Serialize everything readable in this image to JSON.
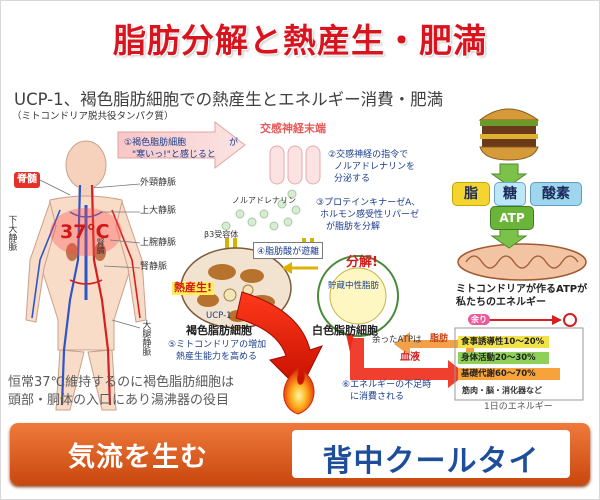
{
  "title": "脂肪分解と熱産生・肥満",
  "subtitle": "UCP-1、褐色脂肪細胞での熱産生とエネルギー消費・肥満",
  "note": "（ミトコンドリア脱共役タンパク質）",
  "body": {
    "spinal": "脊髄",
    "temp": "37℃",
    "organs": "腎臓",
    "veins": {
      "external_jugular": "外頸静脈",
      "superior_vena_cava": "上大静脈",
      "brachiocephalic": "上腕静脈",
      "renal": "腎静脈",
      "inferior_vena_cava": "下大静脈",
      "femoral": "大腿静脈"
    }
  },
  "steps": {
    "s1_a": "①褐色脂肪細胞",
    "s1_b": "が",
    "s1_c": "\"寒いっ!\"と感じると",
    "nerve_label": "交感神経末端",
    "s2_a": "②交感神経の指令で",
    "s2_b": "ノルアドレナリンを",
    "s2_c": "分泌する",
    "noradrenaline": "ノルアドレナリン",
    "beta_receptor": "β3受容体",
    "s3_a": "③プロテインキナーゼA、",
    "s3_b": "ホルモン感受性リパーゼ",
    "s3_c": "が脂肪を分解",
    "s4": "④脂肪酸が遊離",
    "decompose": "分解!",
    "stored_fat": "貯蔵中性脂肪",
    "heat_prod": "熱産生!",
    "ucp1": "UCP-1",
    "brown_cell": "褐色脂肪細胞",
    "white_cell": "白色脂肪細胞",
    "s5_a": "⑤ミトコンドリアの増加",
    "s5_b": "熱産生能力を高める",
    "surplus_atp": "余ったATPは",
    "fat": "脂肪",
    "blood": "血液",
    "s6_a": "⑥エネルギーの不足時",
    "s6_b": "に消費される"
  },
  "nutrients": [
    "脂",
    "糖",
    "酸素"
  ],
  "atp": "ATP",
  "mito_caption_a": "ミトコンドリアが作るATPが",
  "mito_caption_b": "私たちのエネルギー",
  "energy": {
    "surplus_badge": "余り",
    "bars": [
      {
        "label": "食事誘導性10〜20%",
        "percent": 15,
        "color": "#f2e24a"
      },
      {
        "label": "身体活動20〜30%",
        "percent": 25,
        "color": "#8fd05a"
      },
      {
        "label": "基礎代謝60〜70%",
        "percent": 65,
        "color": "#f7a23a"
      }
    ],
    "basal_detail": "筋肉・脳・消化器など",
    "caption": "1日のエネルギー"
  },
  "bottom_caption": {
    "line1": "恒常37℃維持するのに褐色脂肪細胞は",
    "line2": "頭部・胴体の入口にあり湯沸器の役目"
  },
  "banner": {
    "left": "気流を生む",
    "right": "背中クールタイ"
  },
  "colors": {
    "title_red": "#d8141e",
    "banner_orange": "#e0601f",
    "banner_blue": "#1e4e9a",
    "text_blue": "#1a3c8c"
  }
}
